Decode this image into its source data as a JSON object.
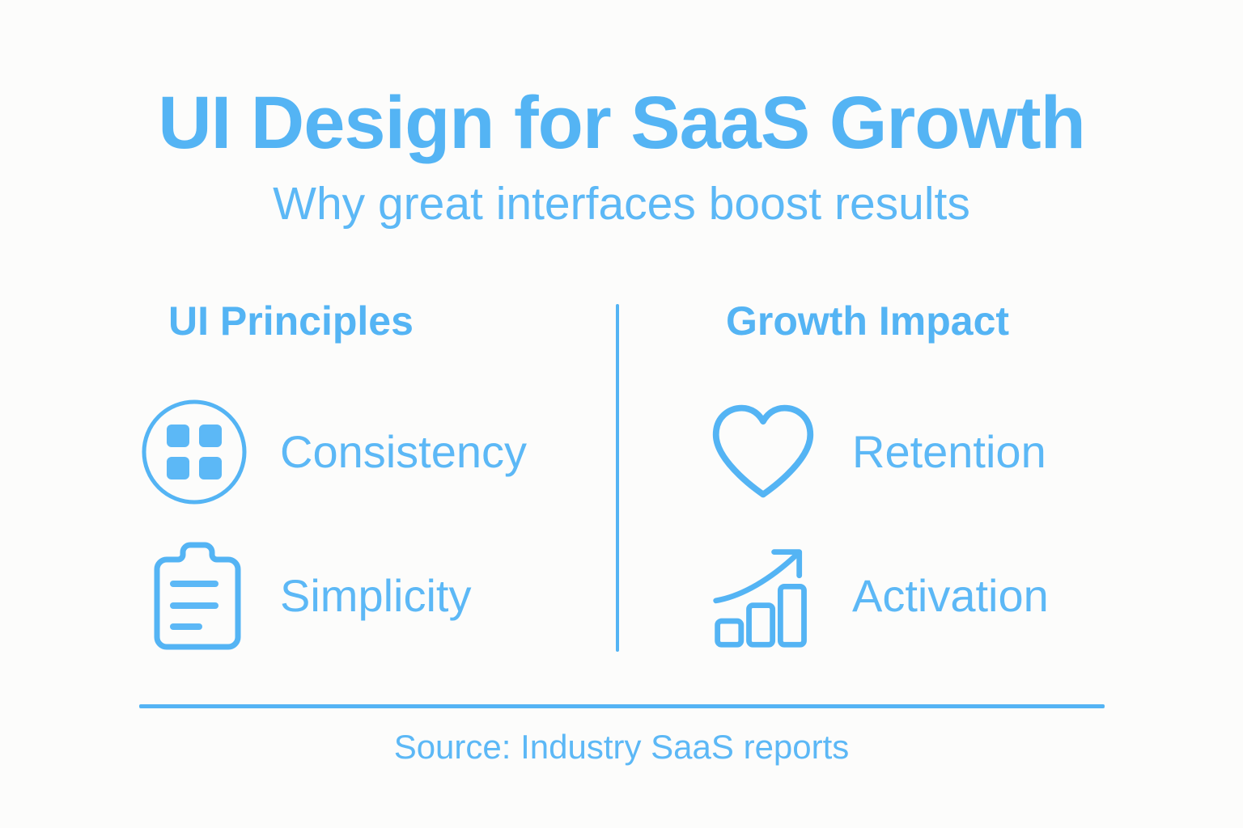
{
  "theme": {
    "background": "#fcfcfb",
    "accent": "#54b4f4",
    "accent_light": "#5cb8f6"
  },
  "header": {
    "title": "UI Design for SaaS Growth",
    "subtitle": "Why great interfaces boost results"
  },
  "columns": [
    {
      "heading": "UI Principles",
      "items": [
        {
          "label": "Consistency",
          "icon": "grid-circle-icon"
        },
        {
          "label": "Simplicity",
          "icon": "clipboard-icon"
        }
      ]
    },
    {
      "heading": "Growth Impact",
      "items": [
        {
          "label": "Retention",
          "icon": "heart-icon"
        },
        {
          "label": "Activation",
          "icon": "growth-chart-icon"
        }
      ]
    }
  ],
  "footer": {
    "source": "Source: Industry SaaS reports"
  }
}
